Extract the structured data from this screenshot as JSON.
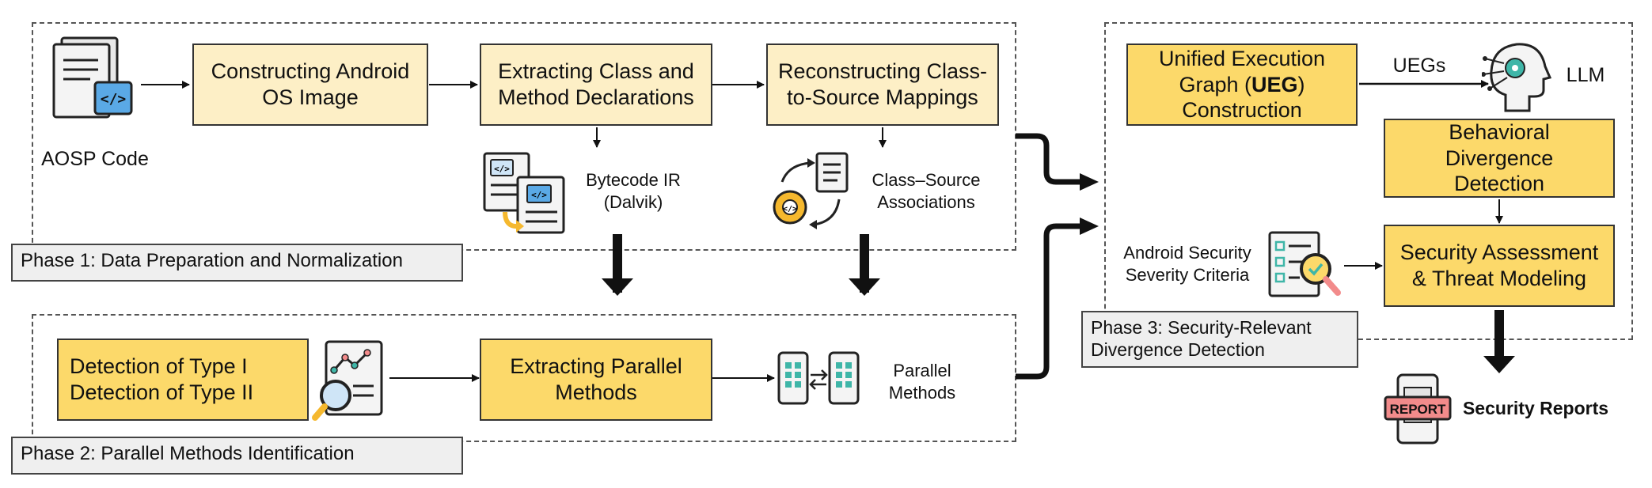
{
  "phases": {
    "phase1": {
      "label": "Phase 1: Data Preparation and Normalization"
    },
    "phase2": {
      "label": "Phase 2: Parallel Methods Identification"
    },
    "phase3": {
      "label_line1": "Phase 3: Security-Relevant",
      "label_line2": "Divergence Detection"
    }
  },
  "inputs": {
    "aosp_code": "AOSP Code"
  },
  "steps": {
    "construct_os_image": {
      "line1": "Constructing Android",
      "line2": "OS Image"
    },
    "extract_class_method": {
      "line1": "Extracting Class and",
      "line2": "Method Declarations"
    },
    "reconstruct_mappings": {
      "line1": "Reconstructing Class-",
      "line2": "to-Source Mappings"
    },
    "detection_types": {
      "line1": "Detection of Type I",
      "line2": "Detection of Type II"
    },
    "extract_parallel": {
      "line1": "Extracting Parallel",
      "line2": "Methods"
    },
    "ueg_construction": {
      "line1": "Unified Execution",
      "line2_prefix": "Graph (",
      "line2_bold": "UEG",
      "line2_suffix": ")",
      "line3": "Construction"
    },
    "behavioral_divergence": {
      "line1": "Behavioral Divergence",
      "line2": "Detection"
    },
    "security_assessment": {
      "line1": "Security Assessment",
      "line2": "& Threat Modeling"
    }
  },
  "artifacts": {
    "bytecode_ir": {
      "line1": "Bytecode IR",
      "line2": "(Dalvik)"
    },
    "class_source": {
      "line1": "Class–Source",
      "line2": "Associations"
    },
    "parallel_methods": {
      "line1": "Parallel",
      "line2": "Methods"
    },
    "severity_criteria": {
      "line1": "Android Security",
      "line2": "Severity Criteria"
    },
    "uegs": "UEGs",
    "llm": "LLM",
    "report_badge": "REPORT",
    "security_reports": "Security Reports"
  },
  "colors": {
    "light_box": "#fdefc6",
    "gold_box": "#fcd96a",
    "icon_blue": "#5aa9e6",
    "icon_teal": "#3fb6a8",
    "icon_gold": "#f5b82e",
    "report_red": "#f28b8b"
  },
  "icons": [
    "code-files-icon",
    "bytecode-files-icon",
    "code-gear-cycle-icon",
    "analysis-report-icon",
    "parallel-phones-icon",
    "checklist-search-icon",
    "ai-head-icon",
    "report-phone-icon"
  ]
}
